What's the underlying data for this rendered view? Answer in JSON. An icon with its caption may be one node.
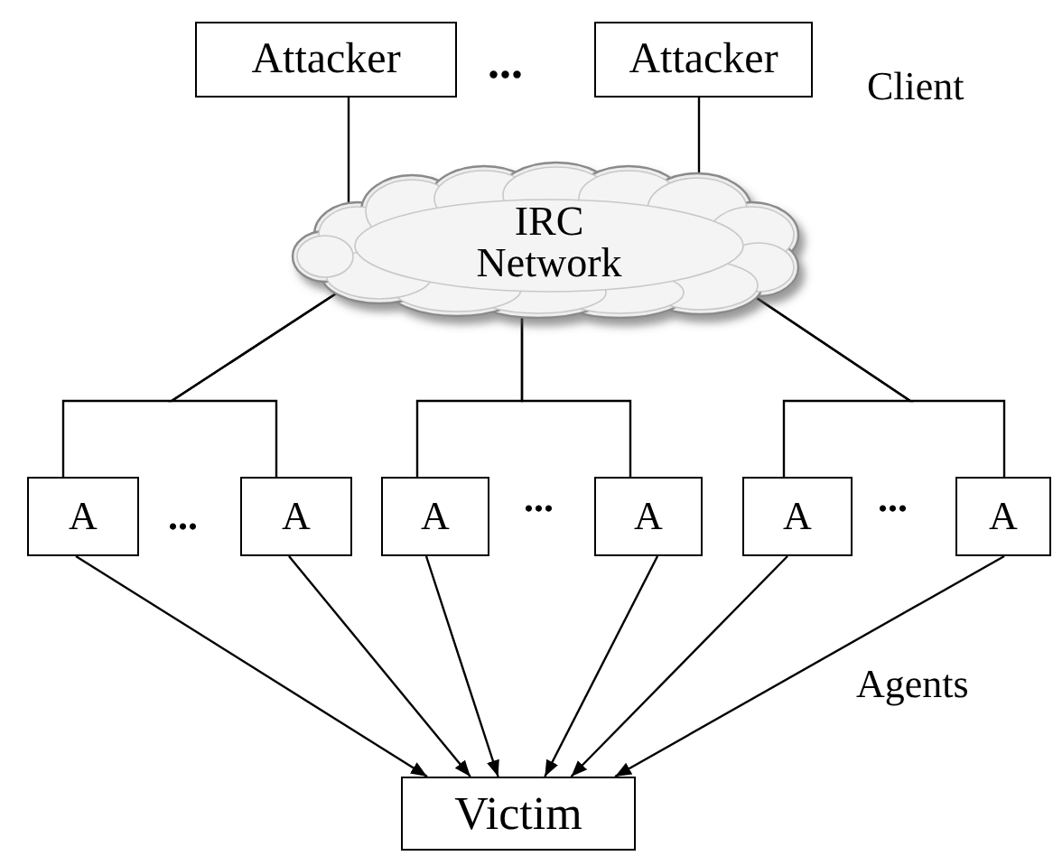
{
  "diagram": {
    "nodes": [
      {
        "text": [
          "Attacker"
        ]
      },
      {
        "text": [
          "Attacker"
        ]
      },
      {
        "text": [
          "IRC Network"
        ]
      },
      {
        "text": [
          "A"
        ]
      },
      {
        "text": [
          "A"
        ]
      },
      {
        "text": [
          "A"
        ]
      },
      {
        "text": [
          "A"
        ]
      },
      {
        "text": [
          "A"
        ]
      },
      {
        "text": [
          "A"
        ]
      },
      {
        "text": [
          "Victim"
        ]
      }
    ],
    "edges": [
      {
        "from": 0,
        "to": 2,
        "arrow": "none"
      },
      {
        "from": 1,
        "to": 2,
        "arrow": "none"
      },
      {
        "from": 2,
        "to": 3,
        "arrow": "none"
      },
      {
        "from": 2,
        "to": 4,
        "arrow": "none"
      },
      {
        "from": 2,
        "to": 5,
        "arrow": "none"
      },
      {
        "from": 2,
        "to": 6,
        "arrow": "none"
      },
      {
        "from": 2,
        "to": 7,
        "arrow": "none"
      },
      {
        "from": 2,
        "to": 8,
        "arrow": "none"
      },
      {
        "from": 3,
        "to": 9,
        "arrow": "to"
      },
      {
        "from": 4,
        "to": 9,
        "arrow": "to"
      },
      {
        "from": 5,
        "to": 9,
        "arrow": "to"
      },
      {
        "from": 6,
        "to": 9,
        "arrow": "to"
      },
      {
        "from": 7,
        "to": 9,
        "arrow": "to"
      },
      {
        "from": 8,
        "to": 9,
        "arrow": "to"
      }
    ],
    "labels": [
      "...",
      "Client",
      "...",
      "...",
      "...",
      "Agents"
    ]
  }
}
